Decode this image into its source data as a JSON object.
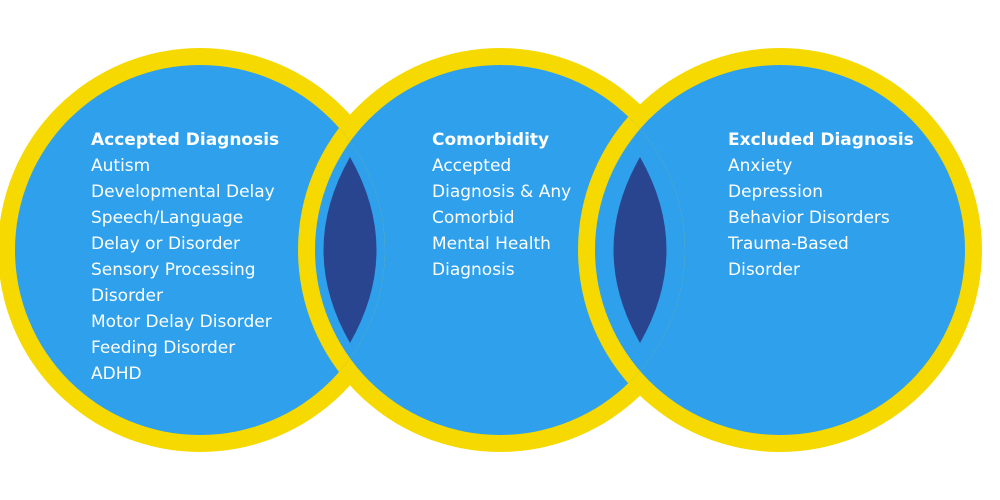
{
  "colors": {
    "ring": "#F5D900",
    "circle_fill": "#2FA0EB",
    "lens_fill": "#2A4590",
    "text": "#FFFFFF"
  },
  "circles": [
    {
      "title": "Accepted Diagnosis",
      "lines": [
        "Autism",
        "Developmental Delay",
        "Speech/Language",
        "Delay or Disorder",
        "Sensory Processing",
        "Disorder",
        "Motor Delay Disorder",
        "Feeding Disorder",
        "ADHD"
      ]
    },
    {
      "title": "Comorbidity",
      "lines": [
        "Accepted",
        "Diagnosis & Any",
        "Comorbid",
        "Mental Health",
        "Diagnosis"
      ]
    },
    {
      "title": "Excluded Diagnosis",
      "lines": [
        "Anxiety",
        "Depression",
        "Behavior Disorders",
        "Trauma-Based",
        "Disorder"
      ]
    }
  ]
}
